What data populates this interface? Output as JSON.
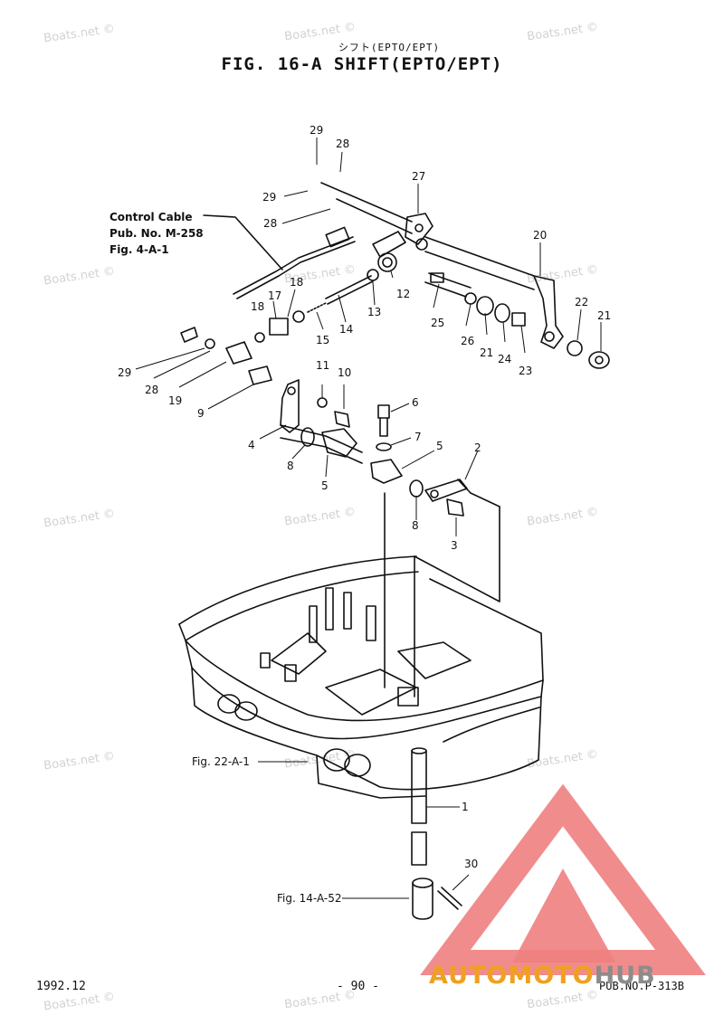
{
  "header": {
    "subtitle": "シフト(EPTO/EPT)",
    "title": "FIG. 16-A SHIFT(EPTO/EPT)"
  },
  "watermark": "Boats.net ©",
  "part_labels": [
    "29",
    "28",
    "29",
    "28",
    "27",
    "20",
    "22",
    "21",
    "17",
    "18",
    "18",
    "12",
    "13",
    "14",
    "15",
    "25",
    "26",
    "21",
    "24",
    "23",
    "29",
    "28",
    "19",
    "9",
    "11",
    "10",
    "6",
    "7",
    "4",
    "8",
    "5",
    "5",
    "2",
    "8",
    "3",
    "1",
    "30"
  ],
  "references": {
    "control_cable": [
      "Control Cable",
      "Pub. No. M-258",
      "Fig. 4-A-1"
    ],
    "fig22": "Fig. 22-A-1",
    "fig14": "Fig. 14-A-52"
  },
  "footer": {
    "date": "1992.12",
    "page": "- 90 -",
    "pub": "PUB.NO.P-313B"
  },
  "brand": {
    "part1": "AUTOMOTO",
    "part2": "HUB",
    "accent_color": "#f0a020",
    "logo_color": "#f08080"
  }
}
